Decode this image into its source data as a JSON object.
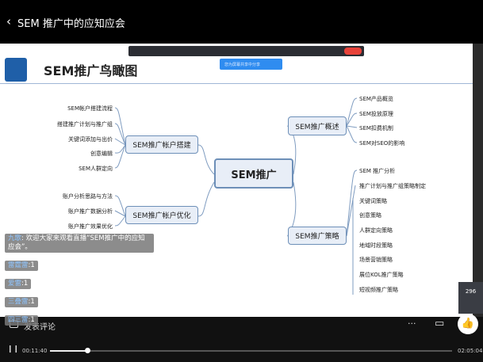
{
  "header": {
    "back_icon": "‹",
    "title": "SEM 推广中的应知应会"
  },
  "slide": {
    "title": "SEM推广鸟瞰图",
    "tooltip": "您为屏幕共享中分享",
    "mindmap": {
      "center": "SEM推广",
      "branches": {
        "build": {
          "label": "SEM推广帐户搭建",
          "leaves": [
            "SEM帐户搭建流程",
            "搭建推广计划与推广组",
            "关键词添加与出价",
            "创意编辑",
            "SEM人群定向"
          ]
        },
        "optimize": {
          "label": "SEM推广帐户优化",
          "leaves": [
            "账户分析思路与方法",
            "账户推广数据分析",
            "账户推广效果优化"
          ]
        },
        "overview": {
          "label": "SEM推广概述",
          "leaves": [
            "SEM产品概览",
            "SEM投放原理",
            "SEM扣费机制",
            "SEM对SEO的影响"
          ]
        },
        "strategy": {
          "label": "SEM推广策略",
          "leaves": [
            "SEM 推广分析",
            "推广计划与推广组策略制定",
            "关键词策略",
            "创意策略",
            "人群定向策略",
            "地域时段策略",
            "场景营销策略",
            "展位KOL推广策略",
            "短视频推广策略"
          ]
        }
      }
    }
  },
  "chat": {
    "messages": [
      {
        "name": "九歌",
        "text": ": 欢迎大家来观看直播“SEM推广中的应知应会”。"
      },
      {
        "name": "雷霆雷",
        "text": ":1"
      },
      {
        "name": "爱雷",
        "text": ":1"
      },
      {
        "name": "三叠雷",
        "text": ":1"
      },
      {
        "name": "四三雷",
        "text": ":1"
      }
    ]
  },
  "controls": {
    "comment_label": "发表评论",
    "more_icon": "···",
    "cast_icon": "▭",
    "like_icon": "👍",
    "like_count": "296",
    "pause_icon": "❙❙",
    "current_time": "00:11:40",
    "duration": "02:05:04",
    "progress_percent": 9.3
  }
}
